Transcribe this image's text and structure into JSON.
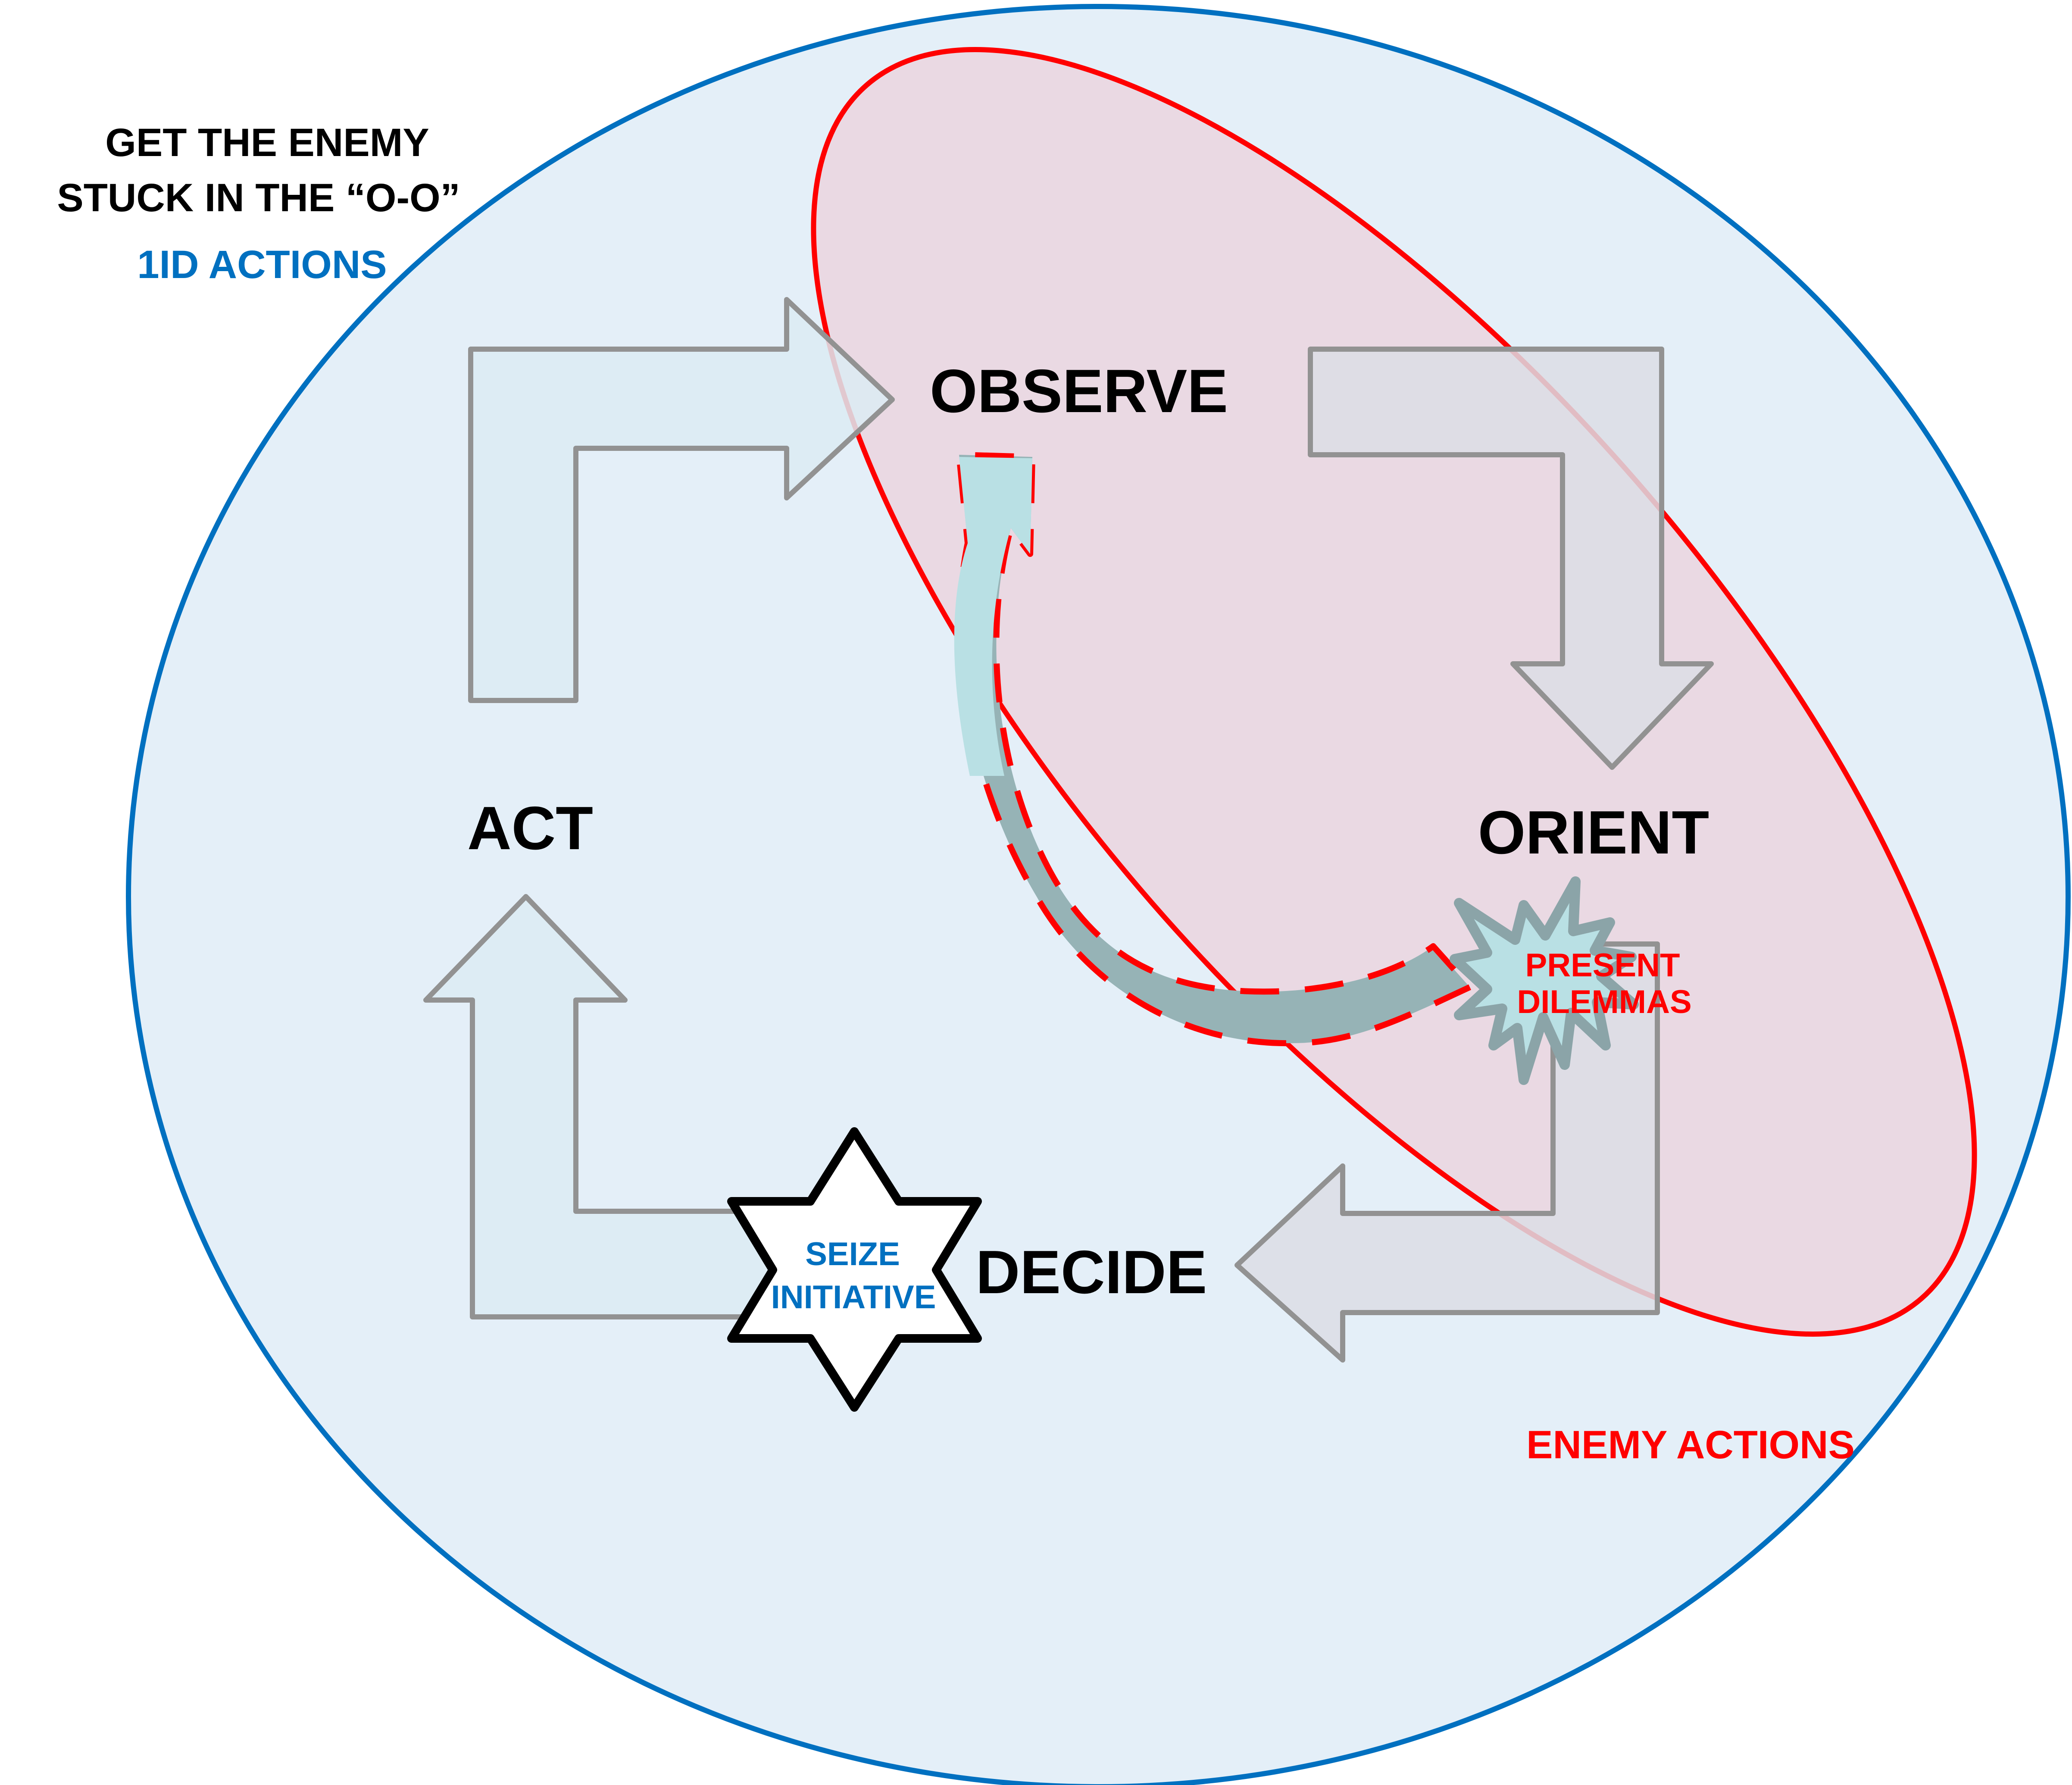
{
  "title": {
    "line1": "GET THE ENEMY",
    "line2": "STUCK IN THE “O-O”",
    "subtitle": "1ID ACTIONS"
  },
  "loop_labels": {
    "observe": "OBSERVE",
    "orient": "ORIENT",
    "decide": "DECIDE",
    "act": "ACT"
  },
  "callouts": {
    "seize_initiative": [
      "SEIZE",
      "INITIATIVE"
    ],
    "present_dilemmas": [
      "PRESENT",
      "DILEMMAS"
    ]
  },
  "regions": {
    "friendly_label": "1ID ACTIONS",
    "enemy_label": "ENEMY ACTIONS"
  },
  "colors": {
    "friendly_blue": "#0070c0",
    "enemy_red": "#ff0000",
    "text_black": "#000000",
    "arrow_gray": "#929292",
    "starburst_stroke": "#8ba4a8",
    "starburst_fill": "#b9e0e4",
    "outer_fill": "#e4eff8",
    "enemy_fill": "#e8d8e0"
  }
}
